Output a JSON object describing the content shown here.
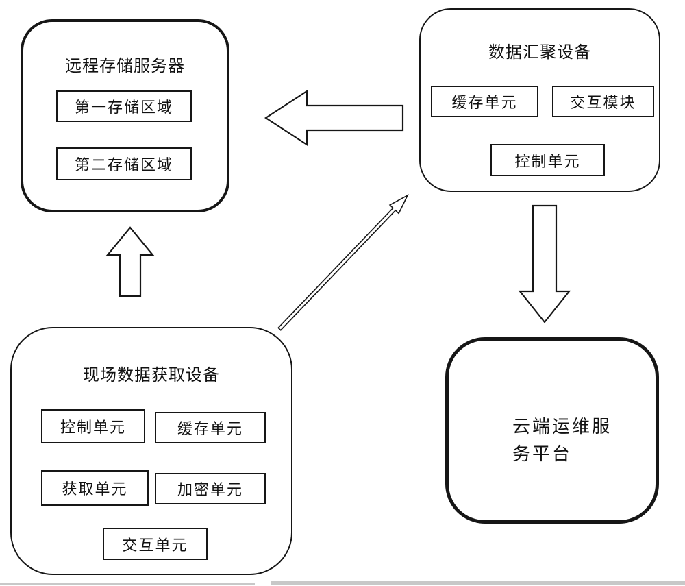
{
  "remote_storage": {
    "title": "远程存储服务器",
    "units": [
      "第一存储区域",
      "第二存储区域"
    ]
  },
  "aggregation": {
    "title": "数据汇聚设备",
    "units": [
      "缓存单元",
      "交互模块",
      "控制单元"
    ]
  },
  "field_device": {
    "title": "现场数据获取设备",
    "units": [
      "控制单元",
      "缓存单元",
      "获取单元",
      "加密单元",
      "交互单元"
    ]
  },
  "cloud_platform": {
    "title_line1": "云端运维服",
    "title_line2": "务平台"
  },
  "colors": {
    "line": "#161616",
    "background": "#ffffff"
  }
}
